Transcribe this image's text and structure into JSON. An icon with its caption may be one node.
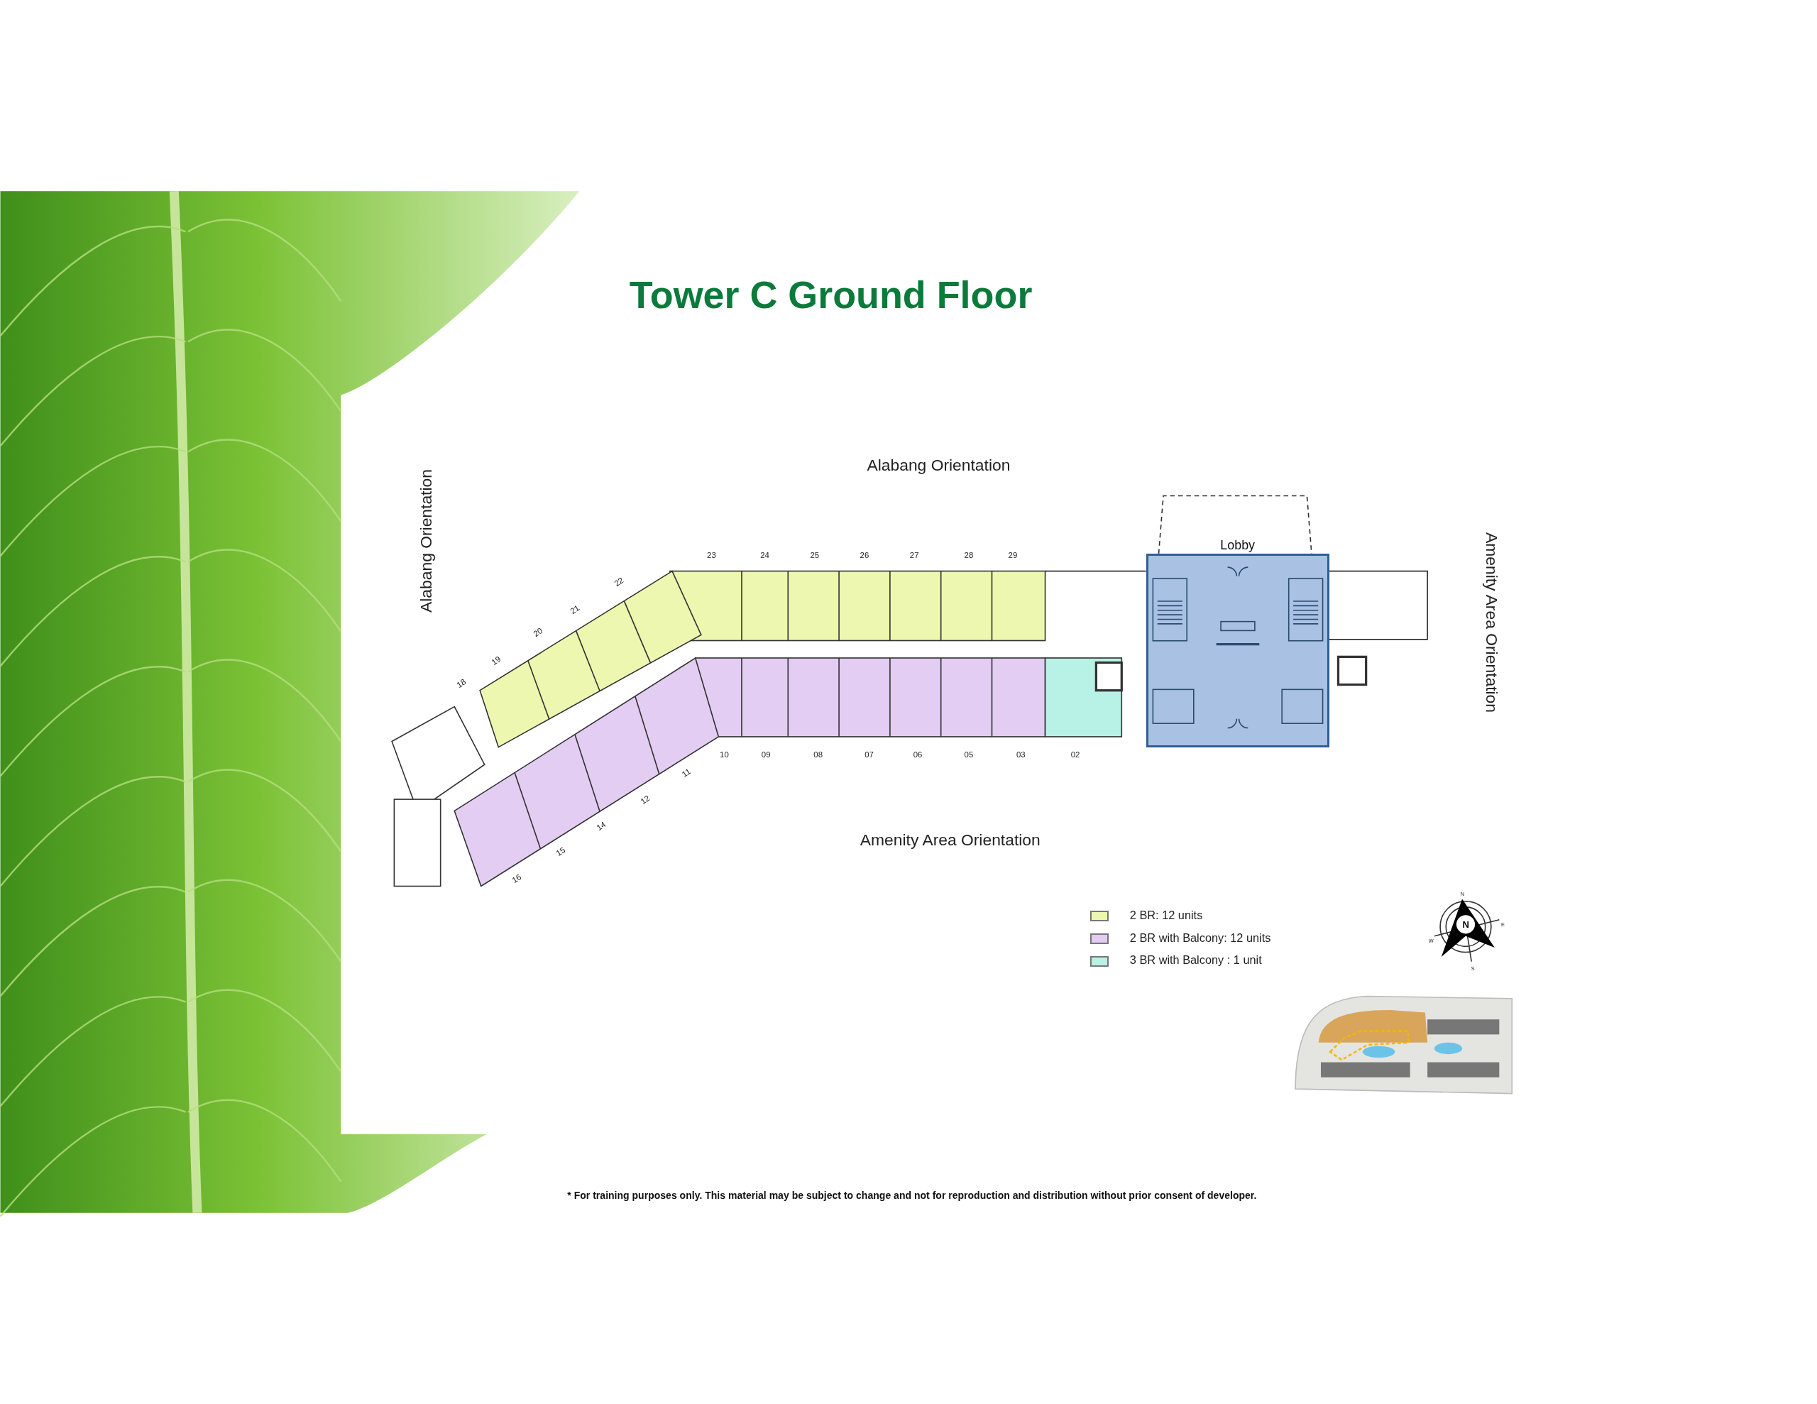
{
  "diagram": {
    "title": "Tower C Ground Floor",
    "caption": "* For training purposes only. This material may be subject to change and not for reproduction and distribution without prior consent of developer.",
    "nodes": [
      {
        "text": [
          "Lobby"
        ]
      }
    ],
    "edges": [],
    "labels": [
      "Alabang Orientation",
      "Alabang Orientation",
      "Amenity Area Orientation",
      "23",
      "24",
      "25",
      "26",
      "27",
      "28",
      "29",
      "22",
      "21",
      "20",
      "19",
      "18",
      "10",
      "09",
      "08",
      "07",
      "06",
      "05",
      "03",
      "02",
      "11",
      "12",
      "14",
      "15",
      "16",
      "Amenity Area Orientation",
      "N",
      "E",
      "W",
      "S",
      "N"
    ],
    "legend": [
      {
        "text": "2 BR: 12 units",
        "color": "#eef7b0"
      },
      {
        "text": "2 BR with Balcony: 12 units",
        "color": "#e3cdf3"
      },
      {
        "text": "3 BR with Balcony : 1 unit",
        "color": "#b8f2e6"
      }
    ]
  }
}
